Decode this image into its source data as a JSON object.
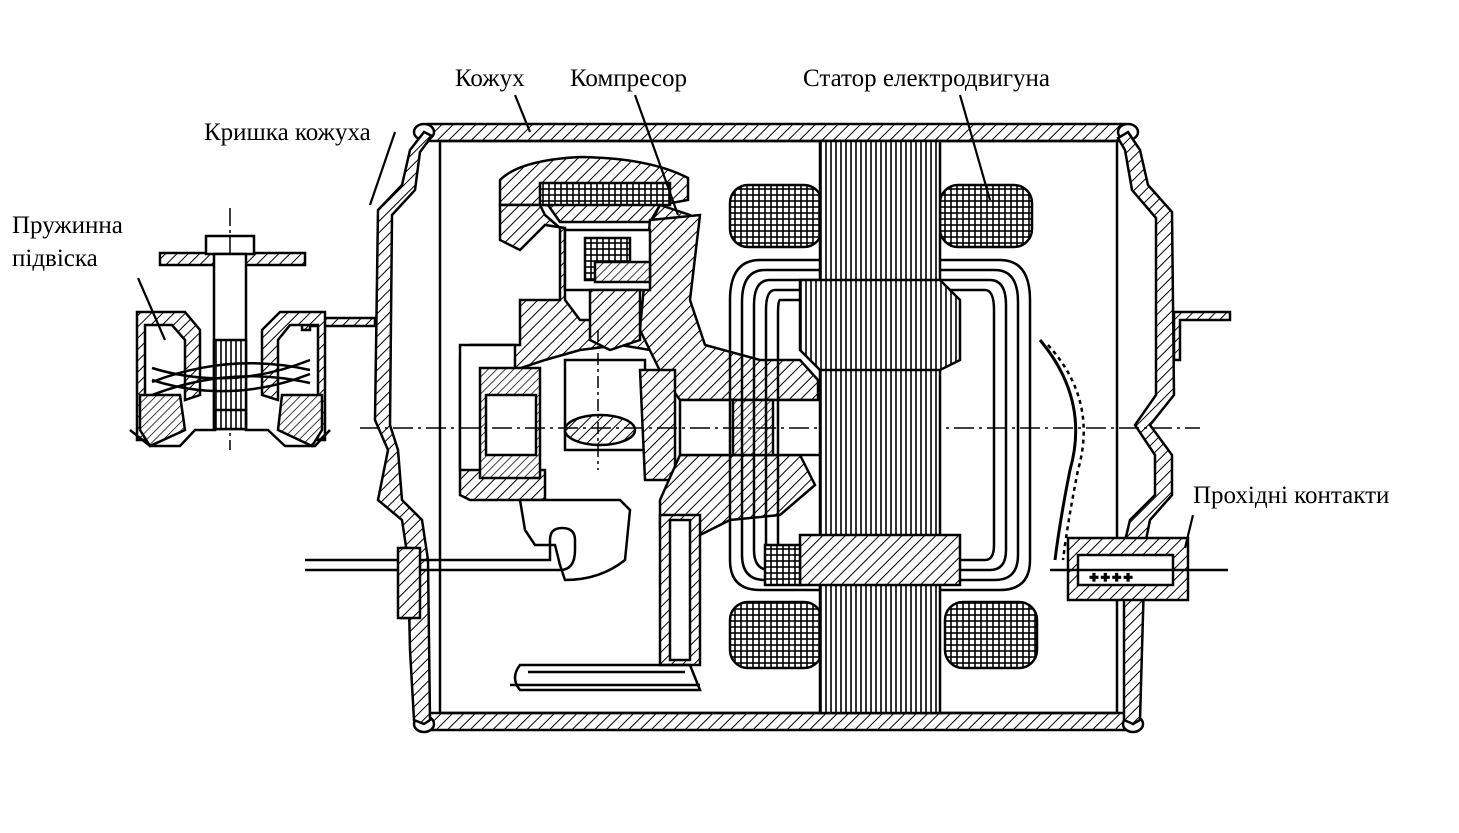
{
  "labels": {
    "casing": "Кожух",
    "compressor": "Компресор",
    "stator": "Статор електродвигуна",
    "casing_cover": "Кришка кожуха",
    "spring_suspension_line1": "Пружинна",
    "spring_suspension_line2": "підвіска",
    "pass_contacts": "Прохідні контакти"
  },
  "colors": {
    "ink": "#000000",
    "paper": "#ffffff"
  }
}
